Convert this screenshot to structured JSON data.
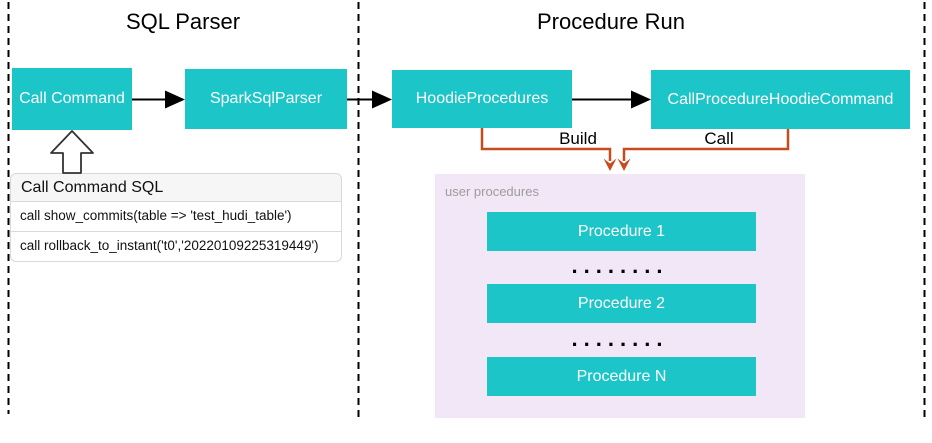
{
  "sections": {
    "left_title": "SQL Parser",
    "right_title": "Procedure Run"
  },
  "nodes": {
    "call_command": "Call Command",
    "spark_sql_parser": "SparkSqlParser",
    "hoodie_procedures": "HoodieProcedures",
    "call_procedure_hoodie_command": "CallProcedureHoodieCommand"
  },
  "edge_labels": {
    "build": "Build",
    "call": "Call"
  },
  "sql_panel": {
    "title": "Call Command SQL",
    "rows": [
      "call show_commits(table => 'test_hudi_table')",
      "call rollback_to_instant('t0','20220109225319449')"
    ]
  },
  "user_procedures": {
    "label": "user procedures",
    "items": [
      "Procedure 1",
      "Procedure 2",
      "Procedure N"
    ],
    "ellipsis": "........"
  },
  "colors": {
    "teal": "#1CC5C8",
    "orange": "#C84B20",
    "lavender": "#F2E7F7",
    "muted": "#9C9C9C"
  }
}
